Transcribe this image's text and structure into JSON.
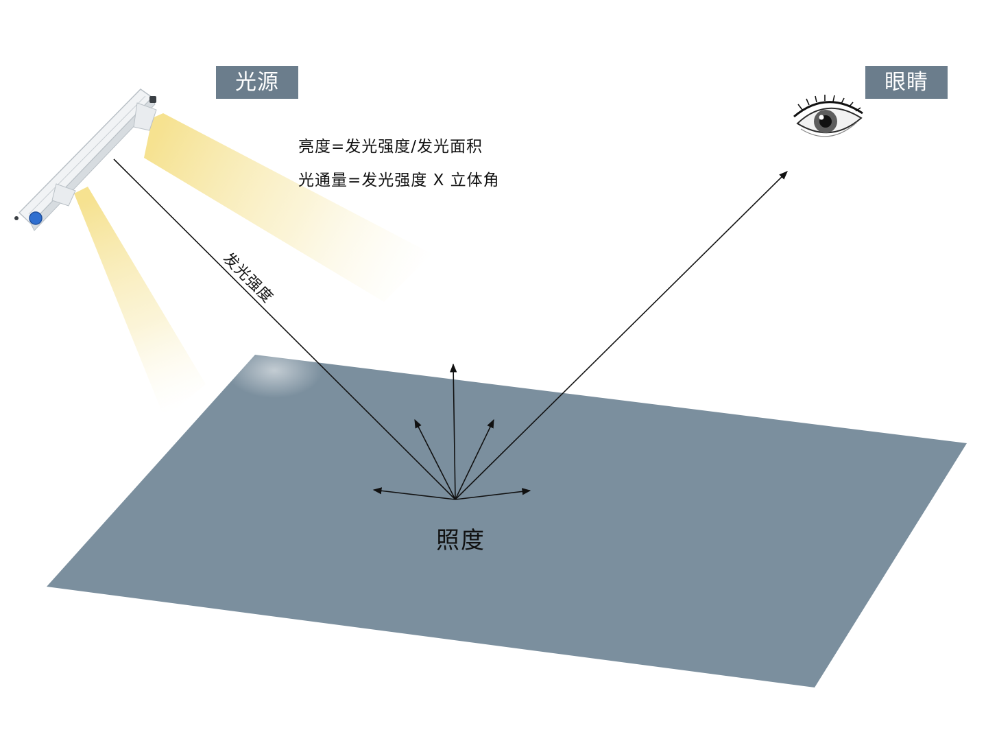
{
  "labels": {
    "light_source": "光源",
    "eye": "眼睛",
    "luminance_formula": "亮度=发光强度/发光面积",
    "flux_formula": "光通量=发光强度 X 立体角",
    "intensity": "发光强度",
    "illuminance": "照度"
  },
  "colors": {
    "tag_bg": "#6b7d8c",
    "surface": "#7b8f9e",
    "beam": "#f7e9a6",
    "line": "#111111",
    "fixture_body": "#f1f3f5",
    "fixture_cap": "#2f6fd0"
  },
  "icons": {
    "fixture": "led-light-fixture-icon",
    "eye": "eye-icon"
  }
}
